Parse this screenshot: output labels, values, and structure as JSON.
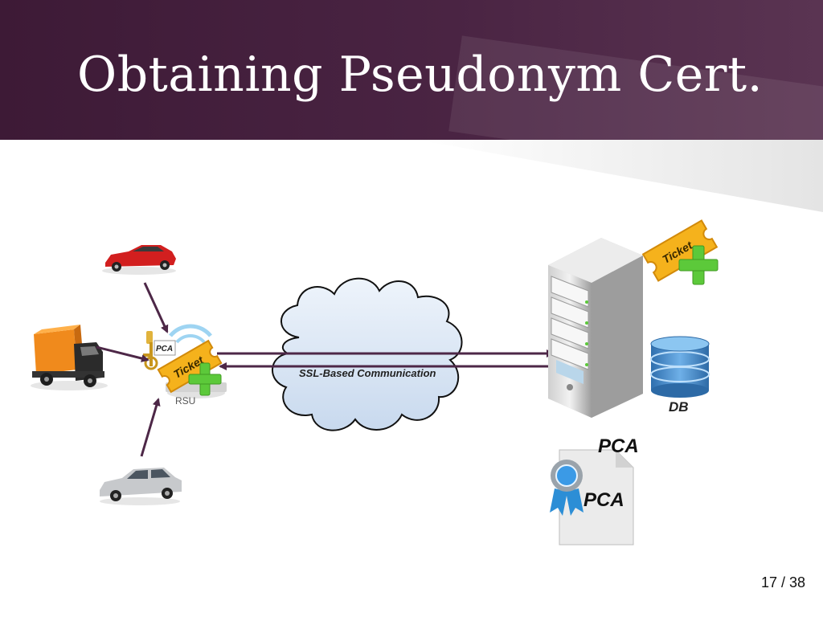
{
  "slide": {
    "title": "Obtaining Pseudonym Cert.",
    "page_number": "17 / 38"
  },
  "diagram": {
    "rsu_label": "RSU",
    "rsu_key_label": "PCA",
    "ticket_label": "Ticket",
    "communication_label": "SSL-Based Communication",
    "db_label": "DB",
    "certificate_header": "PCA",
    "certificate_label": "PCA"
  },
  "colors": {
    "header_bg": "#4a2443",
    "arrow": "#4d2747",
    "cloud_fill": "#d9e6f5",
    "ticket": "#f5b21c",
    "plus": "#5cc93a",
    "db": "#3f86c8"
  }
}
